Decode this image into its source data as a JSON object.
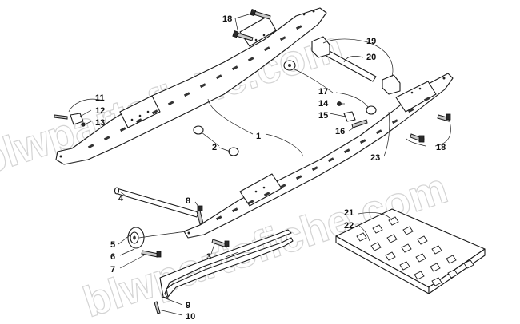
{
  "watermark": "blwpartsfiche.com",
  "callouts": {
    "c1": "1",
    "c2": "2",
    "c3": "3",
    "c4": "4",
    "c5": "5",
    "c6": "6",
    "c7": "7",
    "c8": "8",
    "c9": "9",
    "c10": "10",
    "c11": "11",
    "c12": "12",
    "c13": "13",
    "c14": "14",
    "c15": "15",
    "c16": "16",
    "c17": "17",
    "c18a": "18",
    "c18b": "18",
    "c19": "19",
    "c20": "20",
    "c21": "21",
    "c22": "22",
    "c23": "23"
  }
}
